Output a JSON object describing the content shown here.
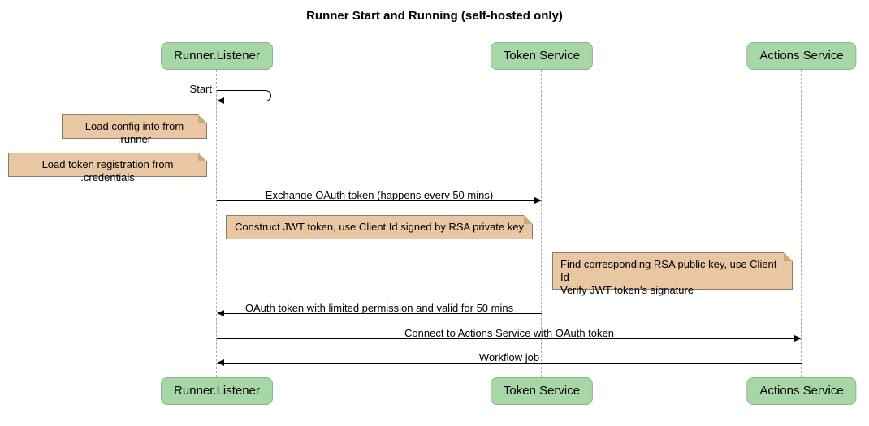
{
  "title": "Runner Start and Running (self-hosted only)",
  "colors": {
    "participant_fill": "#a7d7a7",
    "participant_border": "#86b786",
    "note_fill": "#e9c7a3",
    "note_border": "#8d7b64",
    "note_fold": "#c9a87c",
    "lifeline": "#aaaaaa",
    "arrow": "#000000"
  },
  "participants": [
    {
      "label": "Runner.Listener"
    },
    {
      "label": "Token Service"
    },
    {
      "label": "Actions Service"
    }
  ],
  "messages": {
    "start": {
      "label": "Start",
      "from": "Runner.Listener",
      "to": "Runner.Listener"
    },
    "exchange": {
      "label": "Exchange OAuth token (happens every 50 mins)",
      "from": "Runner.Listener",
      "to": "Token Service"
    },
    "oauth_return": {
      "label": "OAuth token with limited permission and valid for 50 mins",
      "from": "Token Service",
      "to": "Runner.Listener"
    },
    "connect": {
      "label": "Connect to Actions Service with OAuth token",
      "from": "Runner.Listener",
      "to": "Actions Service"
    },
    "workflow": {
      "label": "Workflow job",
      "from": "Actions Service",
      "to": "Runner.Listener"
    }
  },
  "notes": {
    "load_config": {
      "text": "Load config info from .runner"
    },
    "load_credentials": {
      "text": "Load token registration from .credentials"
    },
    "construct_jwt": {
      "text": "Construct JWT token, use Client Id signed by RSA private key"
    },
    "verify_jwt": {
      "text": "Find corresponding RSA public key, use Client Id\nVerify JWT token's signature"
    }
  }
}
